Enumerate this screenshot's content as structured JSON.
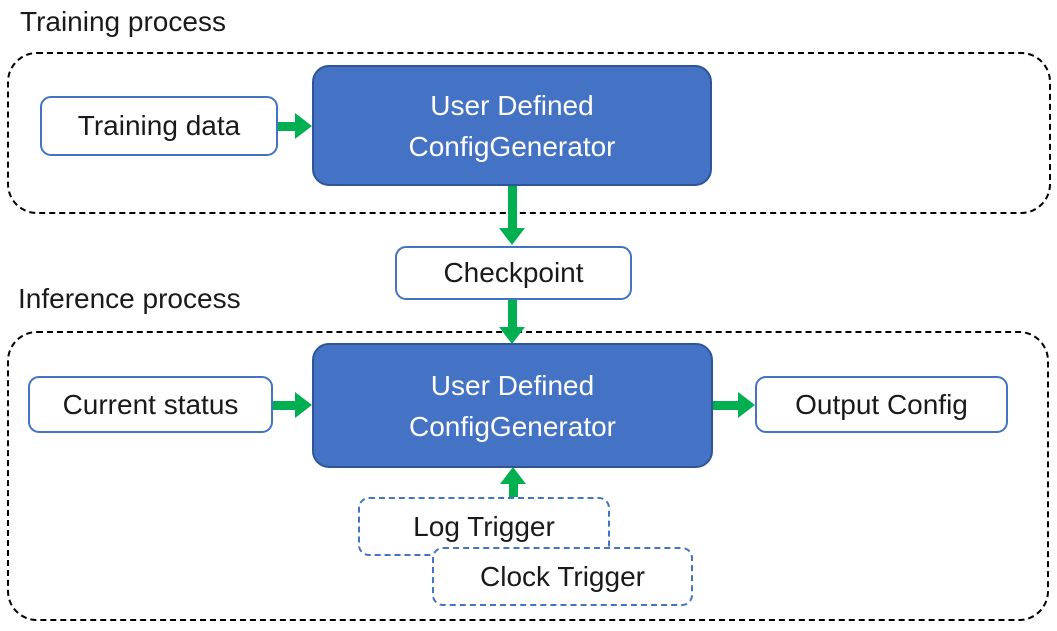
{
  "colors": {
    "node_blue": "#4472C4",
    "node_blue_border": "#2F5597",
    "box_border_blue": "#4472C4",
    "arrow_green": "#00B050",
    "container_border": "#000000",
    "text_dark": "#1a1a1a",
    "text_light": "#ffffff"
  },
  "sections": {
    "training": {
      "label": "Training process"
    },
    "inference": {
      "label": "Inference process"
    }
  },
  "nodes": {
    "training_data": {
      "label": "Training data"
    },
    "config_generator_training": {
      "line1": "User Defined",
      "line2": "ConfigGenerator"
    },
    "checkpoint": {
      "label": "Checkpoint"
    },
    "current_status": {
      "label": "Current status"
    },
    "config_generator_inference": {
      "line1": "User Defined",
      "line2": "ConfigGenerator"
    },
    "output_config": {
      "label": "Output Config"
    },
    "log_trigger": {
      "label": "Log Trigger"
    },
    "clock_trigger": {
      "label": "Clock Trigger"
    }
  },
  "edges": [
    {
      "from": "training_data",
      "to": "config_generator_training",
      "direction": "right"
    },
    {
      "from": "config_generator_training",
      "to": "checkpoint",
      "direction": "down"
    },
    {
      "from": "checkpoint",
      "to": "config_generator_inference",
      "direction": "down"
    },
    {
      "from": "current_status",
      "to": "config_generator_inference",
      "direction": "right"
    },
    {
      "from": "config_generator_inference",
      "to": "output_config",
      "direction": "right"
    },
    {
      "from": "log_trigger",
      "to": "config_generator_inference",
      "direction": "up"
    }
  ]
}
